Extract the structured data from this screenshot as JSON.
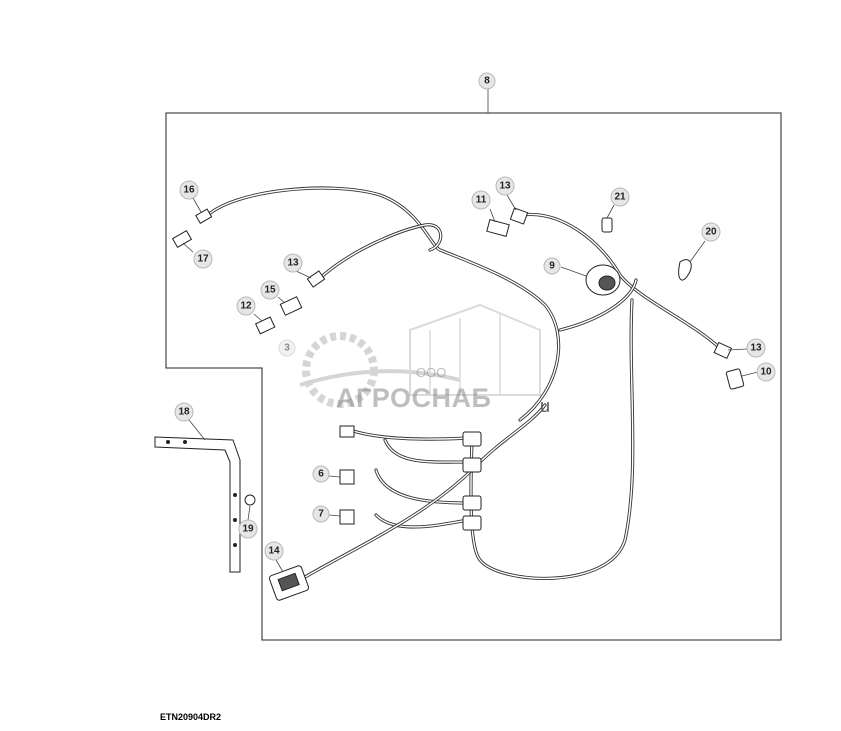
{
  "figure_code": "ETN20904DR2",
  "watermark": {
    "prefix": "ООО",
    "brand": "АГРОСНАБ",
    "tail": "u"
  },
  "callouts": [
    "8",
    "16",
    "17",
    "13",
    "15",
    "12",
    "11",
    "13",
    "21",
    "9",
    "20",
    "13",
    "10",
    "18",
    "6",
    "7",
    "19",
    "14",
    "3"
  ],
  "colors": {
    "line": "#333333",
    "callout_fill": "#e6e6e6",
    "watermark": "#8a8a8a"
  }
}
